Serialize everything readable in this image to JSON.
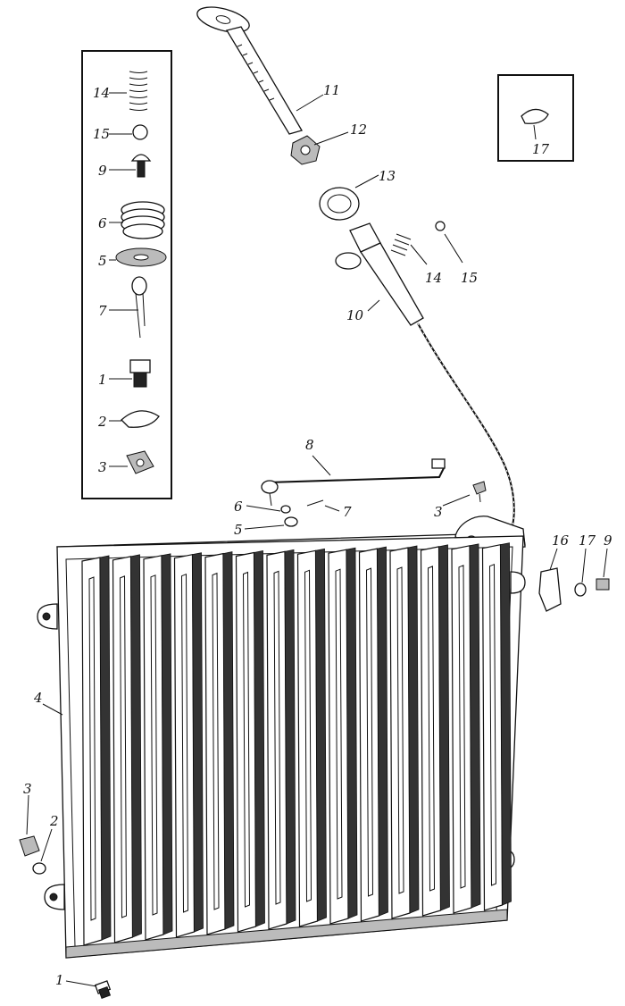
{
  "callouts": {
    "box_14": "14",
    "box_15": "15",
    "box_9": "9",
    "box_6": "6",
    "box_5": "5",
    "box_7": "7",
    "box_1": "1",
    "box_2": "2",
    "box_3": "3",
    "inset_17": "17",
    "rod_11": "11",
    "nut_12": "12",
    "ring_13": "13",
    "cable_10": "10",
    "spring_14": "14",
    "ball_15": "15",
    "link_8": "8",
    "wash_6": "6",
    "wash_5": "5",
    "pin_7": "7",
    "bolt_3": "3",
    "bracket_16": "16",
    "wash_17": "17",
    "screw_9": "9",
    "frame_4": "4",
    "nut_3": "3",
    "wash_2": "2",
    "bolt_1": "1"
  }
}
